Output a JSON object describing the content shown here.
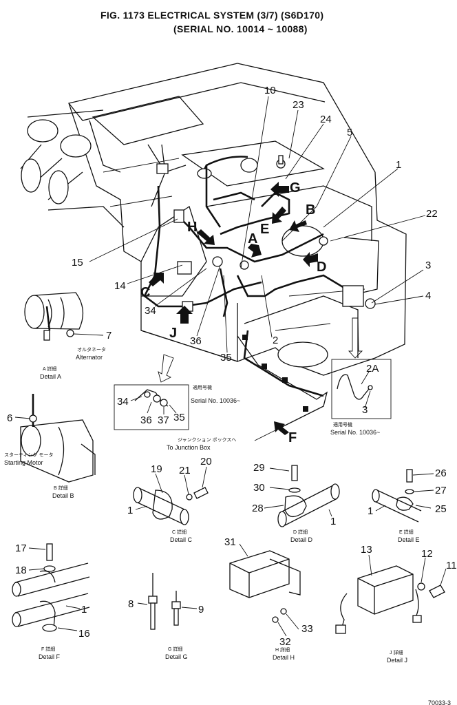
{
  "title": {
    "line1": "FIG. 1173   ELECTRICAL SYSTEM (3/7) (S6D170)",
    "line2": "(SERIAL NO. 10014 ~ 10088)"
  },
  "main": {
    "part_numbers": {
      "p10": "10",
      "p23": "23",
      "p24": "24",
      "p5": "5",
      "p1": "1",
      "p22": "22",
      "p15": "15",
      "p14": "14",
      "p34": "34",
      "p36": "36",
      "p35": "35",
      "p2": "2",
      "p3": "3",
      "p4": "4"
    },
    "detail_arrows": {
      "G": "G",
      "H": "H",
      "E": "E",
      "A": "A",
      "B": "B",
      "C": "C",
      "D": "D",
      "J": "J",
      "F": "F"
    },
    "junction_note_jp": "ジャンクション ボックスへ",
    "junction_note": "To Junction Box"
  },
  "inset_left": {
    "applicable_jp": "適用号機",
    "serial": "Serial No. 10036~",
    "labels": {
      "a": "34",
      "b": "36",
      "c": "37",
      "d": "35"
    }
  },
  "inset_right": {
    "applicable_jp": "適用号機",
    "serial": "Serial No. 10036~",
    "labels": {
      "a": "2A",
      "b": "3"
    }
  },
  "details": {
    "A": {
      "part": "7",
      "part_label_jp": "オルタネータ",
      "part_label": "Alternator",
      "caption_jp": "A 詳細",
      "caption": "Detail A"
    },
    "B": {
      "part": "6",
      "part_label_jp": "スターティング モータ",
      "part_label": "Starting Motor",
      "caption_jp": "B 詳細",
      "caption": "Detail B"
    },
    "C": {
      "parts": [
        "19",
        "21",
        "20",
        "1"
      ],
      "caption_jp": "C 詳細",
      "caption": "Detail C"
    },
    "D": {
      "parts": [
        "29",
        "30",
        "28",
        "1"
      ],
      "caption_jp": "D 詳細",
      "caption": "Detail D"
    },
    "E": {
      "parts": [
        "26",
        "27",
        "25",
        "1"
      ],
      "caption_jp": "E 詳細",
      "caption": "Detail E"
    },
    "F": {
      "parts": [
        "17",
        "18",
        "1",
        "16"
      ],
      "caption_jp": "F 詳細",
      "caption": "Detail F"
    },
    "G": {
      "parts": [
        "8",
        "9"
      ],
      "caption_jp": "G 詳細",
      "caption": "Detail G"
    },
    "H": {
      "parts": [
        "31",
        "32",
        "33"
      ],
      "caption_jp": "H 詳細",
      "caption": "Detail H"
    },
    "J": {
      "parts": [
        "13",
        "12",
        "11"
      ],
      "caption_jp": "J 詳細",
      "caption": "Detail J"
    }
  },
  "footer": {
    "code": "70033-3"
  }
}
